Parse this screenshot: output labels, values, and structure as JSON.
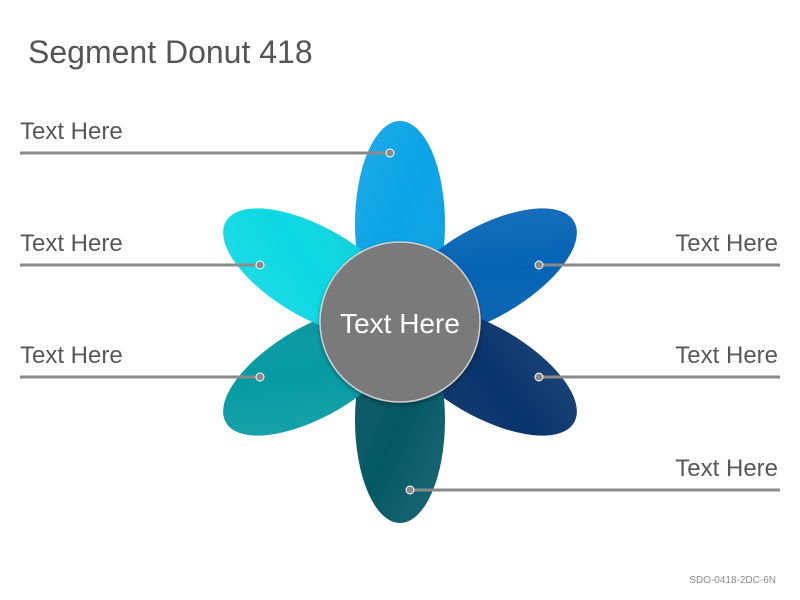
{
  "title": "Segment Donut 418",
  "center_label": "Text Here",
  "labels": {
    "left_top": "Text Here",
    "left_middle": "Text Here",
    "left_bottom": "Text Here",
    "right_top": "Text Here",
    "right_middle": "Text Here",
    "right_bottom": "Text Here"
  },
  "petal_colors": {
    "top": "#0aa3e6",
    "upper_right": "#0563b5",
    "lower_right": "#08336b",
    "bottom": "#055866",
    "lower_left": "#069aa3",
    "upper_left": "#0bd8e3"
  },
  "center_color": "#7a7a7a",
  "code": "SDO-0418-2DC-6N"
}
